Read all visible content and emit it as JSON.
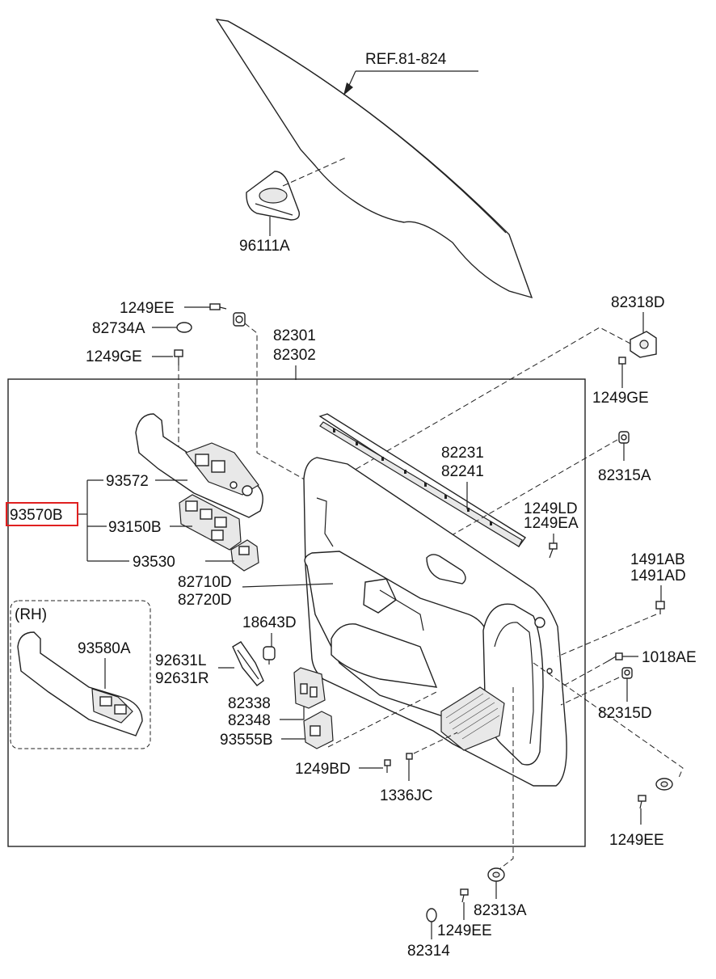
{
  "labels": {
    "ref": "REF.81-824",
    "p96111A": "96111A",
    "p1249EE_top": "1249EE",
    "p82734A": "82734A",
    "p1249GE_left": "1249GE",
    "p82301": "82301",
    "p82302": "82302",
    "p82318D": "82318D",
    "p1249GE_right": "1249GE",
    "p82231": "82231",
    "p82241": "82241",
    "p82315A": "82315A",
    "p93572": "93572",
    "p93570B": "93570B",
    "p93150B": "93150B",
    "p93530": "93530",
    "p1249LD": "1249LD",
    "p1249EA": "1249EA",
    "p82710D": "82710D",
    "p82720D": "82720D",
    "p1491AB": "1491AB",
    "p1491AD": "1491AD",
    "rh": "(RH)",
    "p93580A": "93580A",
    "p18643D": "18643D",
    "p92631L": "92631L",
    "p92631R": "92631R",
    "p1018AE": "1018AE",
    "p82338": "82338",
    "p82348": "82348",
    "p82315D": "82315D",
    "p93555B": "93555B",
    "p1249BD": "1249BD",
    "p1336JC": "1336JC",
    "p1249EE_right": "1249EE",
    "p82313A": "82313A",
    "p1249EE_bottom": "1249EE",
    "p82314": "82314"
  },
  "colors": {
    "highlight": "#e02020",
    "line": "#222222"
  }
}
